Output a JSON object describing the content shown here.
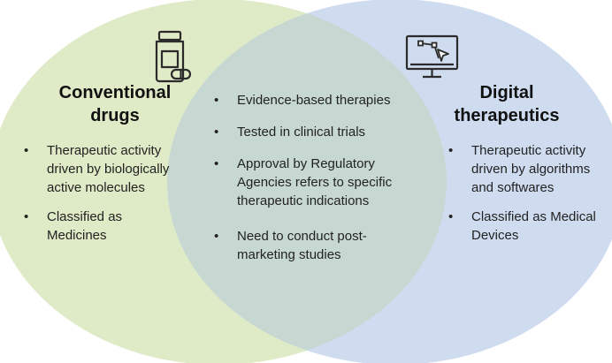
{
  "colors": {
    "left_circle": "#dfeac6",
    "right_circle": "#cfdcf0",
    "overlap": "#c7d8d3",
    "edge": "#c5cfe0",
    "icon": "#2b2b2b"
  },
  "icons": {
    "left": "medicine-bottle-and-capsule-icon",
    "right": "computer-monitor-with-cursor-icon"
  },
  "left": {
    "title": "Conventional drugs",
    "items": [
      "Therapeutic activity driven by biologically active molecules",
      "Classified as Medicines"
    ]
  },
  "center": {
    "items": [
      "Evidence-based therapies",
      "Tested in clinical trials",
      "Approval by Regulatory Agencies refers to specific therapeutic indications",
      "Need to conduct post-marketing studies"
    ]
  },
  "right": {
    "title": "Digital therapeutics",
    "items": [
      "Therapeutic activity driven by algorithms and softwares",
      "Classified as Medical Devices"
    ]
  }
}
